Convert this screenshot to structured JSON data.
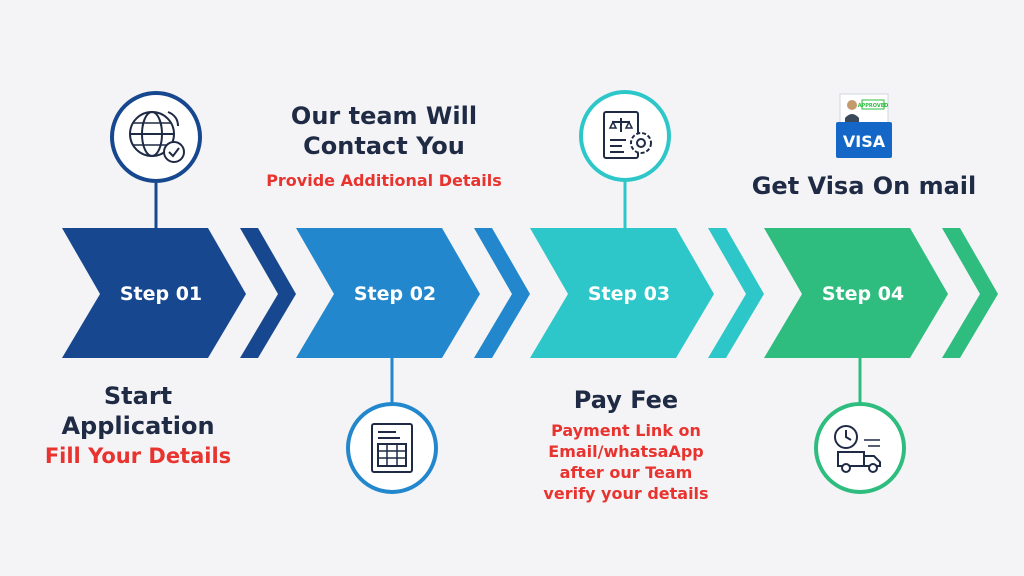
{
  "steps": [
    {
      "label": "Step 01",
      "title_lines": [
        "Start",
        "Application"
      ],
      "subtitle": "Fill Your Details",
      "color": "#17478f"
    },
    {
      "label": "Step 02",
      "title_lines": [
        "Our team Will",
        "Contact You"
      ],
      "subtitle": "Provide Additional Details",
      "color": "#2287cc"
    },
    {
      "label": "Step 03",
      "title_lines": [
        "Pay Fee"
      ],
      "subtitle_lines": [
        "Payment Link on",
        "Email/whatsaApp",
        "after our Team",
        "verify your details"
      ],
      "color": "#2ec7c9"
    },
    {
      "label": "Step 04",
      "title_lines": [
        "Get Visa On mail"
      ],
      "color": "#2ebd7e"
    }
  ],
  "visa_badge": {
    "text": "VISA",
    "stamp": "APPROVED"
  },
  "icons": [
    "globe-check-icon",
    "document-table-icon",
    "legal-document-gear-icon",
    "clock-delivery-truck-icon"
  ]
}
